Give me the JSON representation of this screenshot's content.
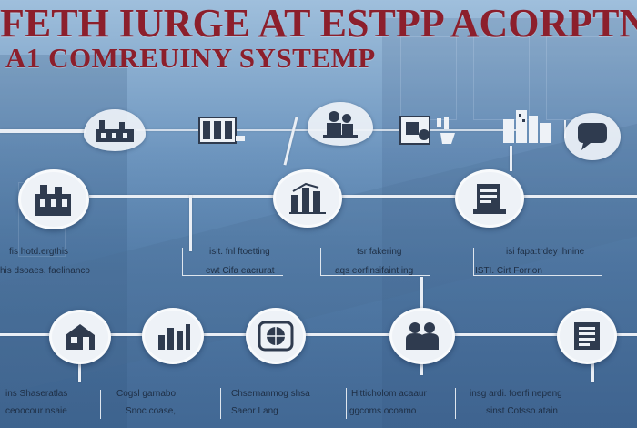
{
  "title": {
    "line1": "FETH IURGE AT ESTPP ACORPTNC",
    "line2": "A1 COMREUINY SYSTEMP"
  },
  "colors": {
    "title": "#8c1f2c",
    "connector": "#e9eef5",
    "node_fill": "#eef2f7",
    "icon": "#2f3b4f"
  },
  "top_icons": [
    "factory-icon",
    "archive-icon",
    "people-icon",
    "monitor-icon",
    "city-icon",
    "chat-bubble-icon"
  ],
  "row1": {
    "icons": [
      "building-icon",
      "chart-icon",
      "document-icon"
    ],
    "labels": [
      {
        "line1": "fis hotd.ergthis",
        "line2": "his dsoaes. faelinanco"
      },
      {
        "line1": "isit. fnl ftoetting",
        "line2": "ewt  Cifa eacrurat"
      },
      {
        "line1": "tsr fakering",
        "line2": "aqs eorfinsifaint ing"
      },
      {
        "line1": "isi fapa:trdey ihnine",
        "line2": "ISTI. Cirt Forrion"
      }
    ]
  },
  "row2": {
    "icons": [
      "house-icon",
      "bar-chart-icon",
      "globe-icon",
      "group-icon",
      "checklist-icon"
    ],
    "labels": [
      {
        "line1": "ins Shaseratlas",
        "line2": "ceoocour nsaie"
      },
      {
        "line1": "Cogsl garnabo",
        "line2": "Snoc coase,"
      },
      {
        "line1": "Chsernanmog shsa",
        "line2": "Saeor Lang"
      },
      {
        "line1": "Hitticholom acaaur",
        "line2": "ggcoms ocoamo"
      },
      {
        "line1": "insg  ardi. foerfi nepeng",
        "line2": "sinst Cotsso.atain"
      }
    ]
  }
}
